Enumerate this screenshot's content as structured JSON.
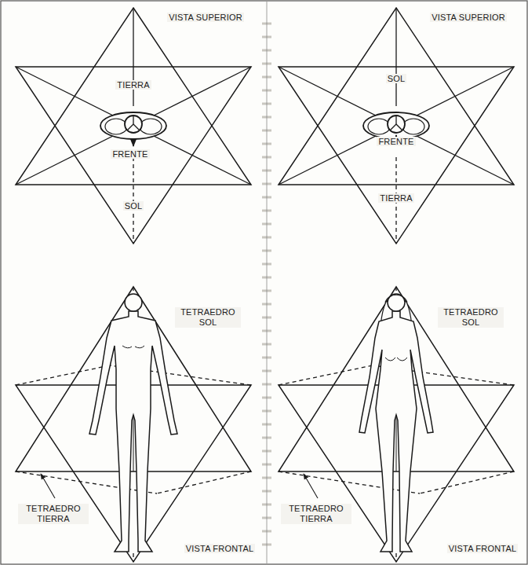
{
  "diagram": {
    "labels": [
      "VISTA SUPERIOR",
      "TIERRA",
      "FRENTE",
      "SOL",
      "VISTA SUPERIOR",
      "SOL",
      "FRENTE",
      "TIERRA",
      "TETRAEDRO SOL",
      "TETRAEDRO TIERRA",
      "VISTA FRONTAL",
      "TETRAEDRO SOL",
      "TETRAEDRO TIERRA",
      "VISTA FRONTAL"
    ]
  }
}
